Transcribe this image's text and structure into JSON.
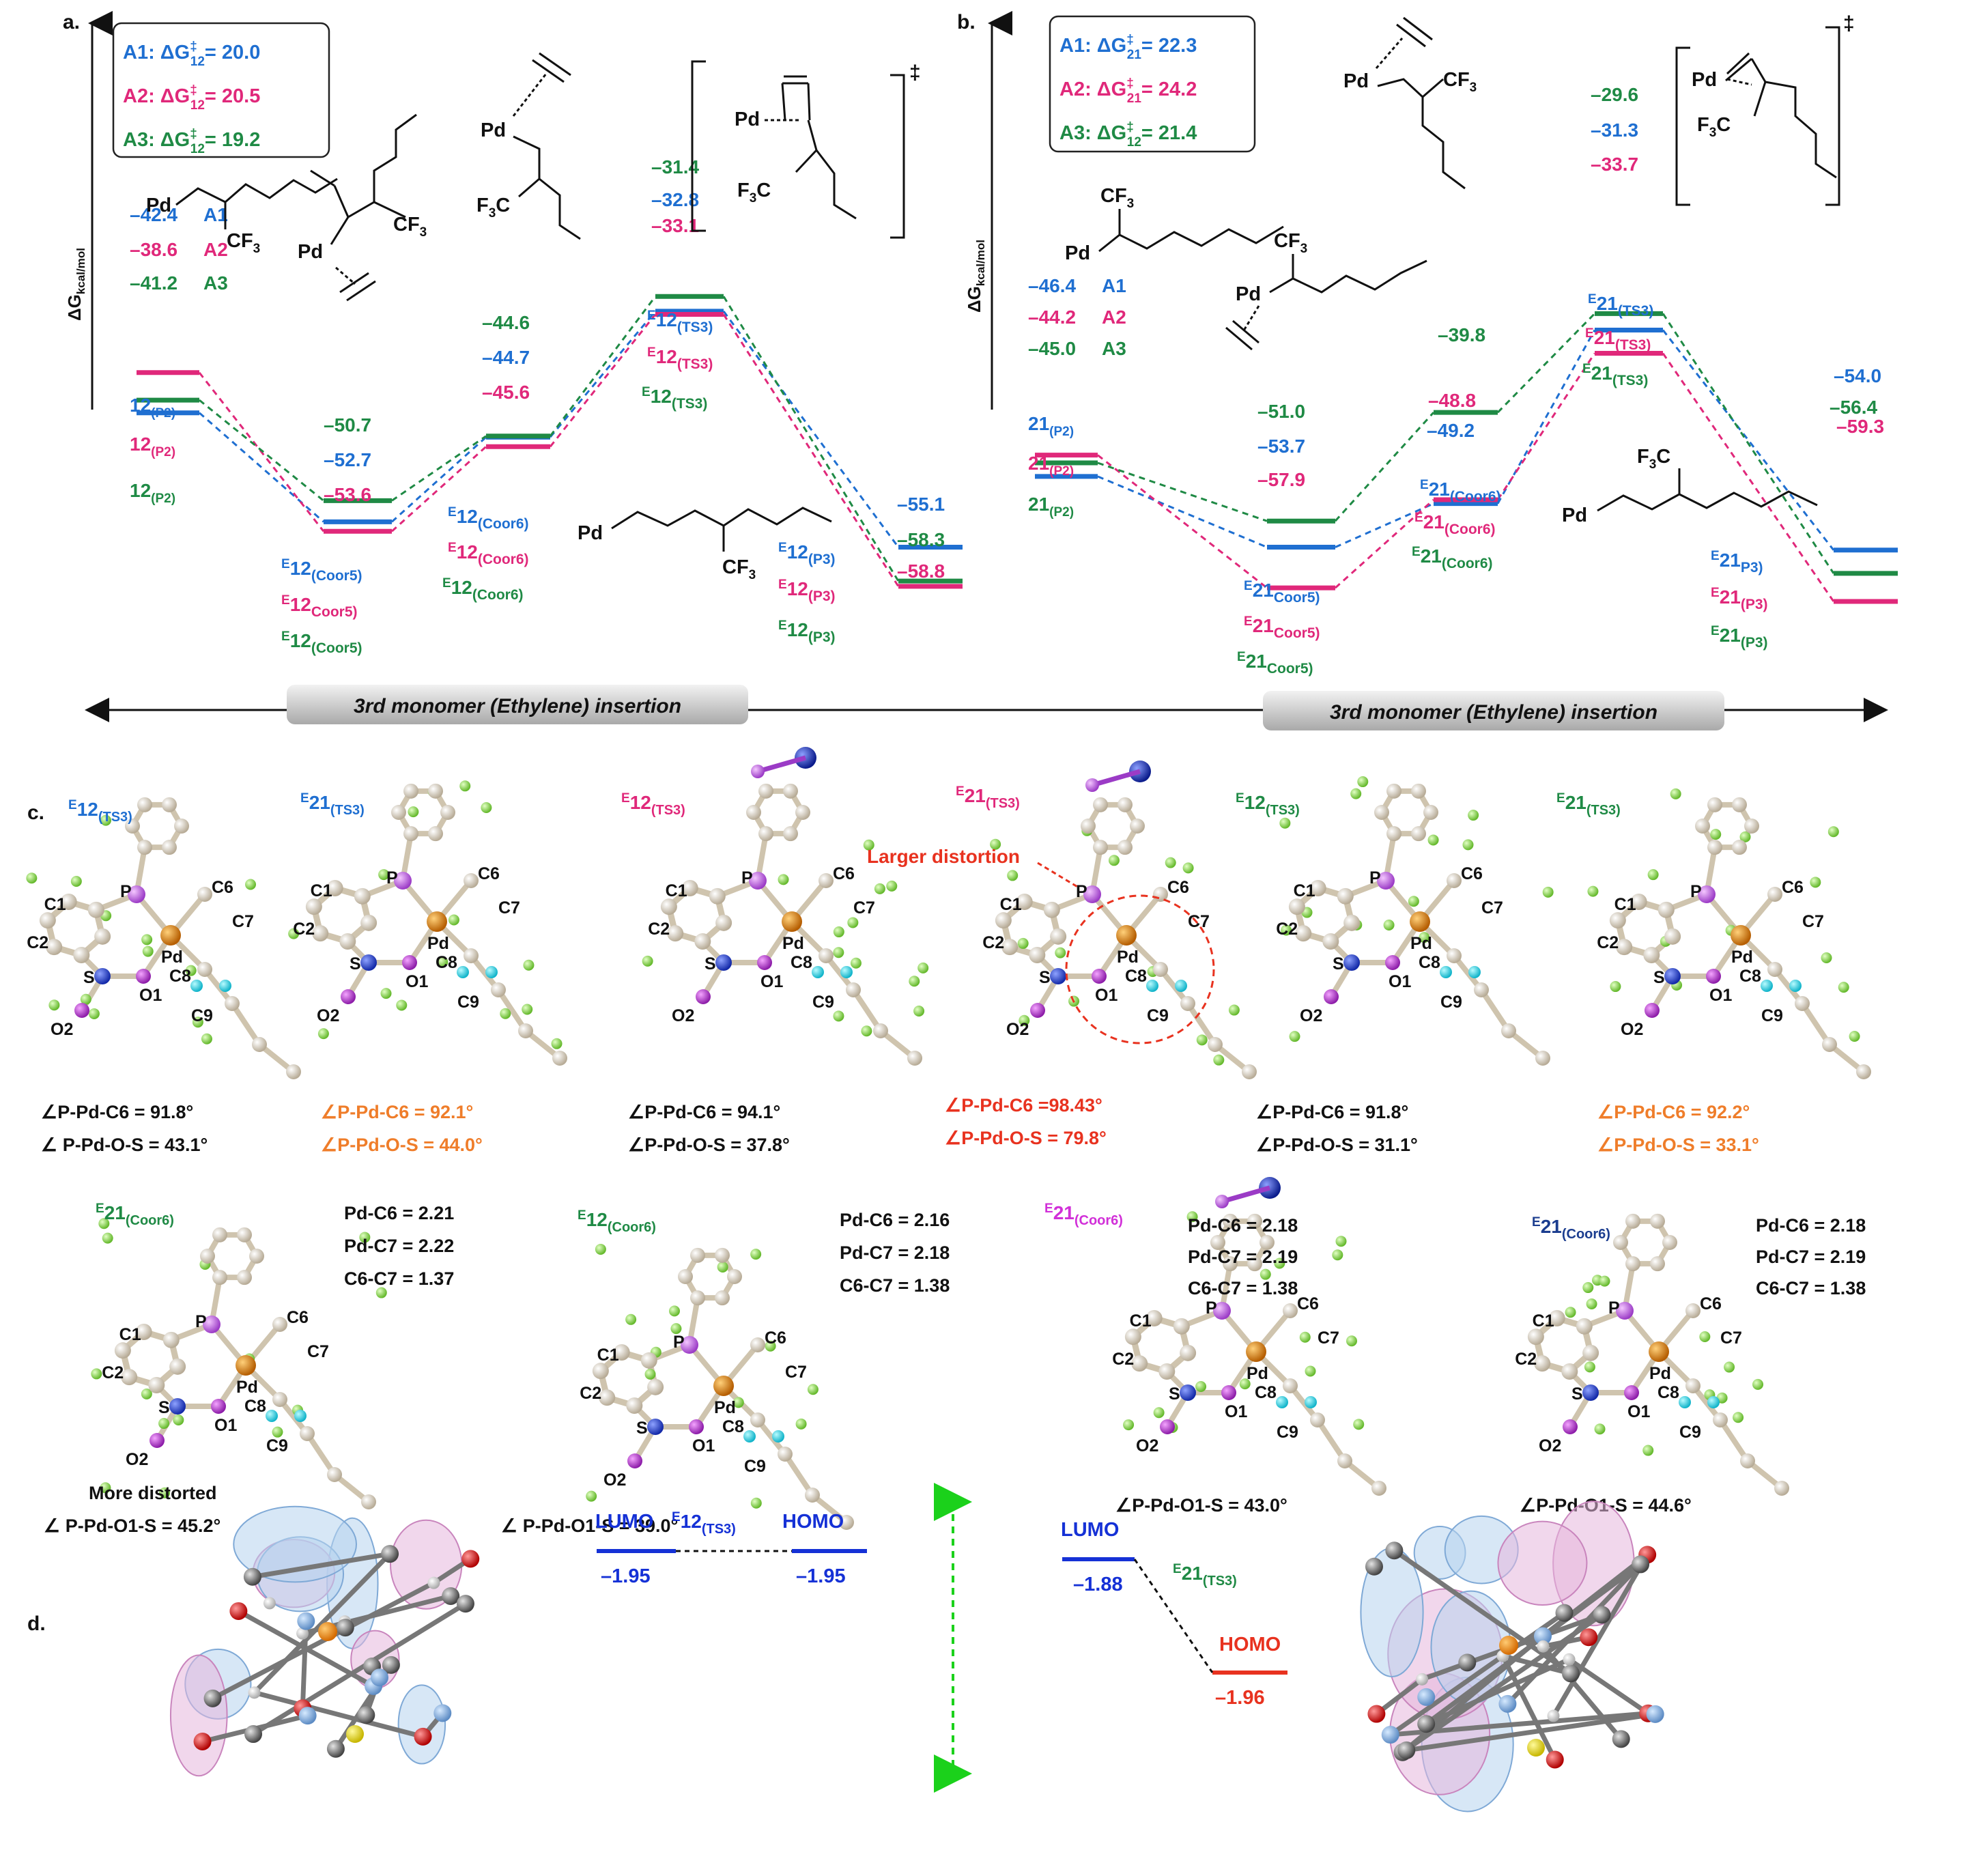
{
  "panels": {
    "a": "a.",
    "b": "b.",
    "c": "c.",
    "d": "d."
  },
  "axis_label": "ΔG",
  "axis_sub": "kcal/mol",
  "banner_text": "3rd monomer (Ethylene) insertion",
  "colors": {
    "A1": "#1f6fd1",
    "A2": "#e0287a",
    "A3": "#1f8a45"
  },
  "panel_a": {
    "legend": [
      {
        "key": "A1",
        "text": "A1:  ΔG",
        "sub": "12",
        "value": "= 20.0"
      },
      {
        "key": "A2",
        "text": "A2:  ΔG",
        "sub": "12",
        "value": "= 20.5"
      },
      {
        "key": "A3",
        "text": "A3:  ΔG",
        "sub": "12",
        "value": "= 19.2"
      }
    ],
    "p2_values": [
      "–42.4",
      "–38.6",
      "–41.2"
    ],
    "p2_tags": [
      "A1",
      "A2",
      "A3"
    ],
    "p2_label": "12",
    "p2_sub": "(P2)",
    "coor5_values": [
      "–50.7",
      "–52.7",
      "–53.6"
    ],
    "coor5_label": "E",
    "coor5_main": "12",
    "coor5_subs": [
      "(Coor5)",
      "Coor5)",
      "(Coor5)"
    ],
    "coor6_values": [
      "–44.6",
      "–44.7",
      "–45.6"
    ],
    "coor6_main": "12",
    "coor6_sub": "(Coor6)",
    "ts3_values": [
      "–31.4",
      "–32.8",
      "–33.1"
    ],
    "ts3_main": "12",
    "ts3_sub": "(TS3)",
    "p3_values": [
      "–55.1",
      "–58.3",
      "–58.8"
    ],
    "p3_main": "12",
    "p3_sub": "(P3)"
  },
  "panel_b": {
    "legend": [
      {
        "key": "A1",
        "text": "A1:  ΔG",
        "sub": "21",
        "value": "= 22.3"
      },
      {
        "key": "A2",
        "text": "A2:  ΔG",
        "sub": "21",
        "value": "= 24.2"
      },
      {
        "key": "A3",
        "text": "A3:  ΔG",
        "sub": "12",
        "value": "= 21.4"
      }
    ],
    "p2_values": [
      "–46.4",
      "–44.2",
      "–45.0"
    ],
    "p2_tags": [
      "A1",
      "A2",
      "A3"
    ],
    "p2_label": "21",
    "p2_sub": "(P2)",
    "coor5_values": [
      "–51.0",
      "–53.7",
      "–57.9"
    ],
    "coor5_main": "21",
    "coor5_sub": "Coor5)",
    "coor6_values": [
      "–39.8",
      "–48.8",
      "–49.2"
    ],
    "coor6_main": "21",
    "coor6_sub": "(Coor6)",
    "ts3_values": [
      "–29.6",
      "–31.3",
      "–33.7"
    ],
    "ts3_main": "21",
    "ts3_sub": "(TS3)",
    "p3_values": [
      "–54.0",
      "–56.4",
      "–59.3"
    ],
    "p3_main": "21",
    "p3_subs": [
      "P3)",
      "(P3)",
      "(P3)"
    ]
  },
  "structure_labels": {
    "pd": "Pd",
    "cf3": "CF",
    "f3c": "F",
    "three": "3",
    "dagger": "‡"
  },
  "panel_c": {
    "row1": [
      {
        "label_main": "12",
        "label_sub": "(TS3)",
        "color": "blue",
        "angle1": "∠P-Pd-C6 = 91.8°",
        "angle2": "∠ P-Pd-O-S = 43.1°",
        "angle_color": "black"
      },
      {
        "label_main": "21",
        "label_sub": "(TS3)",
        "color": "blue",
        "angle1": "∠P-Pd-C6 = 92.1°",
        "angle2": "∠P-Pd-O-S = 44.0°",
        "angle_color": "orange"
      },
      {
        "label_main": "12",
        "label_sub": "(TS3)",
        "color": "pink",
        "angle1": "∠P-Pd-C6 = 94.1°",
        "angle2": "∠P-Pd-O-S = 37.8°",
        "angle_color": "black"
      },
      {
        "label_main": "21",
        "label_sub": "(TS3)",
        "color": "pink",
        "angle1": "∠P-Pd-C6 =98.43°",
        "angle2": "∠P-Pd-O-S = 79.8°",
        "angle_color": "red"
      },
      {
        "label_main": "12",
        "label_sub": "(TS3)",
        "color": "green",
        "angle1": "∠P-Pd-C6 = 91.8°",
        "angle2": "∠P-Pd-O-S = 31.1°",
        "angle_color": "black"
      },
      {
        "label_main": "21",
        "label_sub": "(TS3)",
        "color": "green",
        "angle1": "∠P-Pd-C6 = 92.2°",
        "angle2": "∠P-Pd-O-S = 33.1°",
        "angle_color": "orange"
      }
    ],
    "row2": [
      {
        "label_main": "21",
        "label_sub": "(Coor6)",
        "color": "green",
        "b1": "Pd-C6 = 2.21",
        "b2": "Pd-C7 = 2.22",
        "b3": "C6-C7 = 1.37",
        "angle": "∠ P-Pd-O1-S = 45.2°",
        "note": "More distorted"
      },
      {
        "label_main": "12",
        "label_sub": "(Coor6)",
        "color": "green",
        "b1": "Pd-C6 = 2.16",
        "b2": "Pd-C7 = 2.18",
        "b3": "C6-C7 = 1.38",
        "angle": "∠ P-Pd-O1-S = 39.0°",
        "note": ""
      },
      {
        "label_main": "21",
        "label_sub": "(Coor6)",
        "color": "magenta",
        "b1": "Pd-C6 = 2.18",
        "b2": "Pd-C7 = 2.19",
        "b3": "C6-C7 = 1.38",
        "angle": "∠P-Pd-O1-S = 43.0°",
        "note": ""
      },
      {
        "label_main": "21",
        "label_sub": "(Coor6)",
        "color": "navy",
        "b1": "Pd-C6 = 2.18",
        "b2": "Pd-C7 = 2.19",
        "b3": "C6-C7 = 1.38",
        "angle": "∠P-Pd-O1-S = 44.6°",
        "note": ""
      }
    ],
    "atoms": [
      "P",
      "Pd",
      "C1",
      "C2",
      "S",
      "O1",
      "O2",
      "C6",
      "C7",
      "C8",
      "C9"
    ],
    "distortion_note": "Larger distortion"
  },
  "panel_d": {
    "left": {
      "lumo": "LUMO",
      "lumo_val": "–1.95",
      "homo": "HOMO",
      "homo_val": "–1.95",
      "label_main": "12",
      "label_sub": "(TS3)"
    },
    "right": {
      "lumo": "LUMO",
      "lumo_val": "–1.88",
      "homo": "HOMO",
      "homo_val": "–1.96",
      "label_main": "21",
      "label_sub": "(TS3)"
    }
  }
}
